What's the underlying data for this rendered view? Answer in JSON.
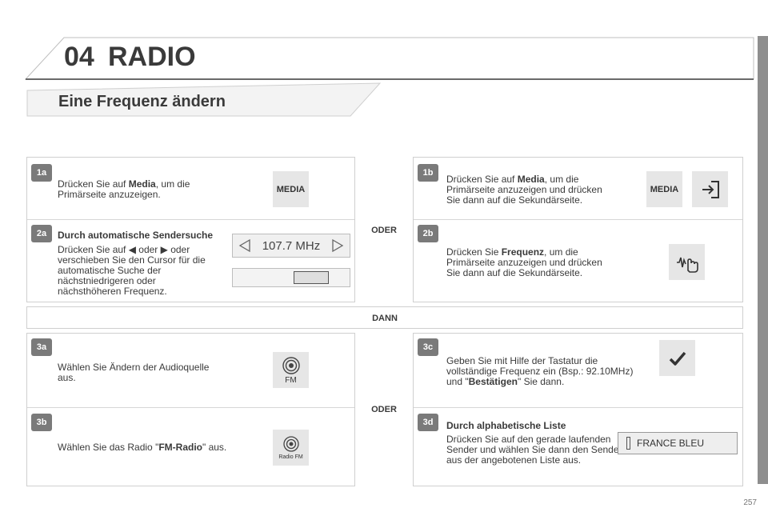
{
  "header": {
    "chapter_number": "04",
    "chapter_title": "RADIO"
  },
  "section": {
    "title": "Eine Frequenz ändern"
  },
  "steps": {
    "s1a": {
      "badge": "1a",
      "text_pre": "Drücken Sie auf ",
      "text_bold": "Media",
      "text_post": ", um die Primärseite anzuzeigen.",
      "button": "MEDIA"
    },
    "s1b": {
      "badge": "1b",
      "text_pre": "Drücken Sie auf ",
      "text_bold": "Media",
      "text_post": ", um die Primärseite anzuzeigen und drücken Sie dann auf die Sekundärseite.",
      "button": "MEDIA"
    },
    "s2a": {
      "badge": "2a",
      "heading": "Durch automatische Sendersuche",
      "line1_pre": "Drücken Sie auf ",
      "line1_mid": " oder ",
      "line1_post": " oder",
      "text_rest": "verschieben Sie den Cursor für die automatische Suche der nächstniedrigeren oder nächsthöheren Frequenz.",
      "frequency": "107.7 MHz"
    },
    "s2b": {
      "badge": "2b",
      "text_pre": "Drücken Sie ",
      "text_bold": "Frequenz",
      "text_post": ", um die Primärseite anzuzeigen und drücken Sie dann auf die Sekundärseite."
    },
    "s3a": {
      "badge": "3a",
      "text": "Wählen Sie Ändern der Audioquelle aus.",
      "icon_label": "FM"
    },
    "s3b": {
      "badge": "3b",
      "text_pre": "Wählen Sie das Radio \"",
      "text_bold": "FM-Radio",
      "text_post": "\" aus.",
      "icon_label": "Radio FM"
    },
    "s3c": {
      "badge": "3c",
      "text_pre": "Geben Sie mit Hilfe der Tastatur die vollständige Frequenz ein (Bsp.: 92.10MHz) und \"",
      "text_bold": "Bestätigen",
      "text_post": "\" Sie dann."
    },
    "s3d": {
      "badge": "3d",
      "heading": "Durch alphabetische Liste",
      "text": "Drücken Sie auf den gerade laufenden Sender und wählen Sie dann den Sender aus der angebotenen Liste aus.",
      "station": "FRANCE BLEU"
    }
  },
  "connectors": {
    "oder_top": "ODER",
    "dann": "DANN",
    "oder_bottom": "ODER"
  },
  "page": {
    "number": "257"
  },
  "icons": {
    "arrow_left": "triangle-left-icon",
    "arrow_right": "triangle-right-icon",
    "secondary_page": "secondary-page-icon",
    "hand_touch": "hand-touch-icon",
    "radio_wave": "radio-wave-icon",
    "check": "check-icon"
  }
}
